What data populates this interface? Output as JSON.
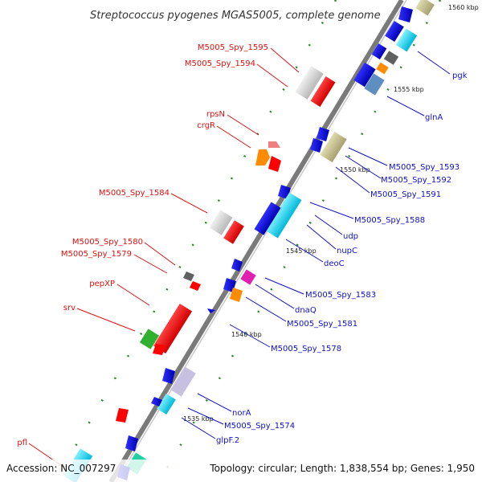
{
  "title": "Streptococcus pyogenes MGAS5005, complete genome",
  "footer": {
    "accession": "Accession: NC_007297",
    "summary": "Topology: circular; Length: 1,838,554 bp; Genes: 1,950"
  },
  "scale_labels": [
    "1560 kbp",
    "1555 kbp",
    "1550 kbp",
    "1545 kbp",
    "1540 kbp",
    "1535 kbp"
  ],
  "gene_labels_left": [
    "M5005_Spy_1595",
    "M5005_Spy_1594",
    "rpsN",
    "crgR",
    "M5005_Spy_1584",
    "M5005_Spy_1580",
    "M5005_Spy_1579",
    "pepXP",
    "srv",
    "pfl"
  ],
  "gene_labels_right": [
    "pgk",
    "glnA",
    "M5005_Spy_1593",
    "M5005_Spy_1592",
    "M5005_Spy_1591",
    "M5005_Spy_1588",
    "udp",
    "nupC",
    "deoC",
    "M5005_Spy_1583",
    "dnaQ",
    "M5005_Spy_1581",
    "M5005_Spy_1578",
    "norA",
    "M5005_Spy_1574",
    "glpF.2"
  ],
  "colors": {
    "left_label": "#e01010",
    "right_label": "#1010c8",
    "backbone": "#808080",
    "forward_gene": "#ff0000",
    "reverse_gene": "#0000ee",
    "tick": "#228b22"
  }
}
